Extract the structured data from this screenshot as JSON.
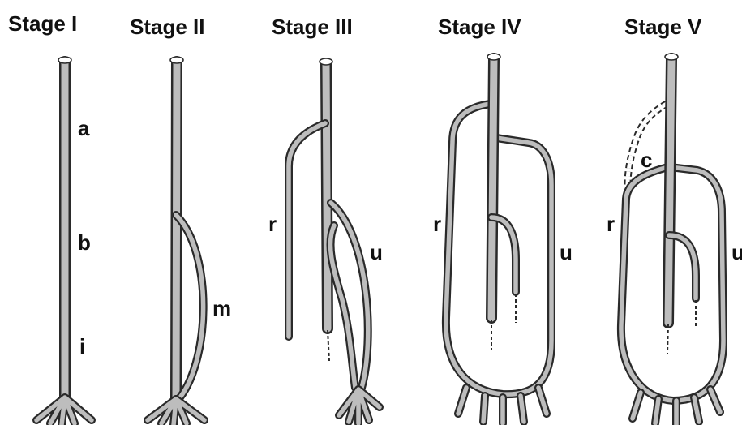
{
  "stages": [
    {
      "title": "Stage I",
      "labels": [
        "a",
        "b",
        "i"
      ]
    },
    {
      "title": "Stage II",
      "labels": [
        "m"
      ]
    },
    {
      "title": "Stage III",
      "labels": [
        "r",
        "u"
      ]
    },
    {
      "title": "Stage IV",
      "labels": [
        "r",
        "u"
      ]
    },
    {
      "title": "Stage V",
      "labels": [
        "c",
        "r",
        "u"
      ]
    }
  ]
}
